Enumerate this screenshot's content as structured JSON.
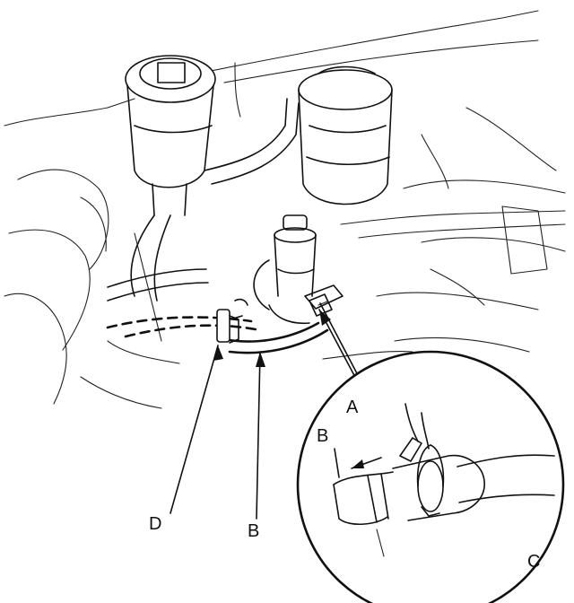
{
  "callouts": {
    "a": "A",
    "b_detail": "B",
    "b_main": "B",
    "c": "C",
    "d": "D"
  }
}
